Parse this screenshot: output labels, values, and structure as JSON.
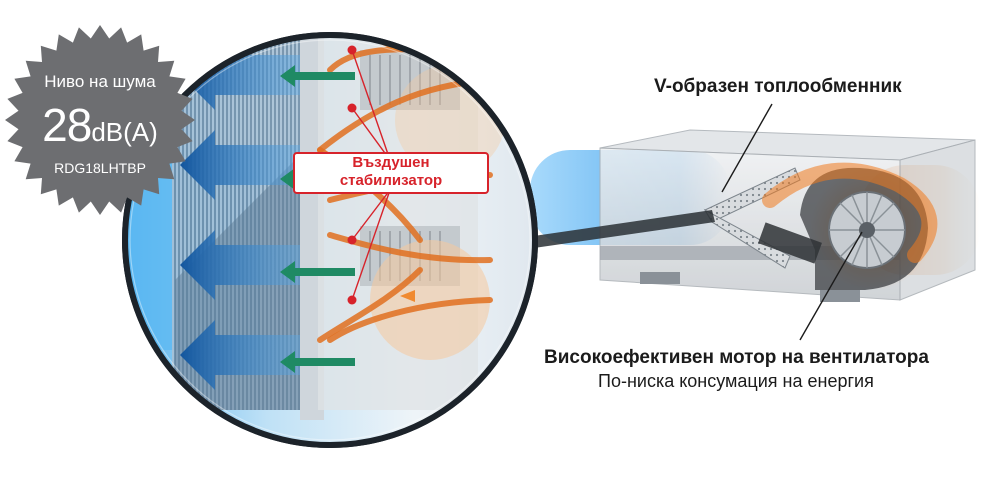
{
  "noise_badge": {
    "label": "Ниво на шума",
    "value": "28",
    "unit": "dB(A)",
    "model": "RDG18LHTBP"
  },
  "callouts": {
    "stabilizer_line1": "Въздушен",
    "stabilizer_line2": "стабилизатор",
    "heat_exchanger": "V-образен топлообменник",
    "fan_motor": "Високоефективен мотор на вентилатора",
    "fan_motor_sub": "По-ниска консумация на енергия"
  },
  "colors": {
    "badge_fill": "#6d6e71",
    "stabilizer_red": "#d7232b",
    "cool_air_blue": "#1e73be",
    "warm_air_orange": "#f07a1e",
    "return_air_green": "#1f8a64",
    "text_dark": "#1b1b1b"
  },
  "icons": {
    "badge": "starburst-badge",
    "cool_arrow": "arrow-left-blue",
    "return_arrow": "arrow-left-green"
  }
}
